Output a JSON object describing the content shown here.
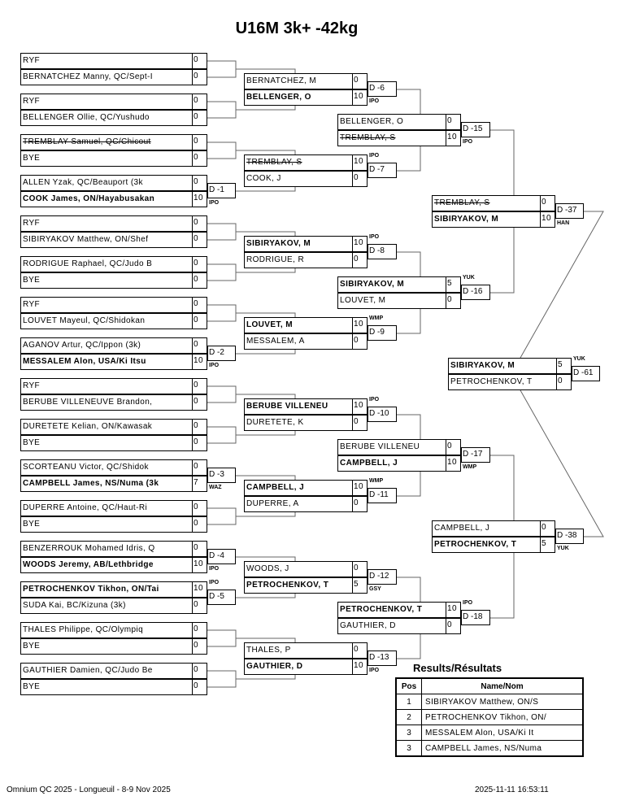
{
  "title": "U16M 3k+ -42kg",
  "rounds": [
    [
      {
        "top": {
          "name": "RYF",
          "score": "0",
          "style": ""
        },
        "bottom": {
          "name": "BERNATCHEZ Manny, QC/Sept-I",
          "score": "0",
          "style": ""
        }
      },
      {
        "top": {
          "name": "RYF",
          "score": "0",
          "style": ""
        },
        "bottom": {
          "name": "BELLENGER Ollie, QC/Yushudo",
          "score": "0",
          "style": ""
        }
      },
      {
        "top": {
          "name": "TREMBLAY Samuel, QC/Chicout",
          "score": "0",
          "style": "strike"
        },
        "bottom": {
          "name": "BYE",
          "score": "0",
          "style": ""
        }
      },
      {
        "top": {
          "name": "ALLEN Yzak, QC/Beauport (3k",
          "score": "0",
          "style": ""
        },
        "bottom": {
          "name": "COOK James, ON/Hayabusakan",
          "score": "10",
          "style": "bold"
        },
        "match": "D -1",
        "code": "IPO",
        "winner": "bottom"
      },
      {
        "top": {
          "name": "RYF",
          "score": "0",
          "style": ""
        },
        "bottom": {
          "name": "SIBIRYAKOV Matthew, ON/Shef",
          "score": "0",
          "style": ""
        }
      },
      {
        "top": {
          "name": "RODRIGUE Raphael, QC/Judo B",
          "score": "0",
          "style": ""
        },
        "bottom": {
          "name": "BYE",
          "score": "0",
          "style": ""
        }
      },
      {
        "top": {
          "name": "RYF",
          "score": "0",
          "style": ""
        },
        "bottom": {
          "name": "LOUVET Mayeul, QC/Shidokan",
          "score": "0",
          "style": ""
        }
      },
      {
        "top": {
          "name": "AGANOV Artur, QC/Ippon (3k)",
          "score": "0",
          "style": ""
        },
        "bottom": {
          "name": "MESSALEM Alon, USA/Ki Itsu",
          "score": "10",
          "style": "bold"
        },
        "match": "D -2",
        "code": "IPO",
        "winner": "bottom"
      },
      {
        "top": {
          "name": "RYF",
          "score": "0",
          "style": ""
        },
        "bottom": {
          "name": "BERUBE VILLENEUVE Brandon,",
          "score": "0",
          "style": ""
        }
      },
      {
        "top": {
          "name": "DURETETE Kelian, ON/Kawasak",
          "score": "0",
          "style": ""
        },
        "bottom": {
          "name": "BYE",
          "score": "0",
          "style": ""
        }
      },
      {
        "top": {
          "name": "SCORTEANU Victor, QC/Shidok",
          "score": "0",
          "style": ""
        },
        "bottom": {
          "name": "CAMPBELL James, NS/Numa (3k",
          "score": "7",
          "style": "bold"
        },
        "match": "D -3",
        "code": "WAZ",
        "winner": "bottom"
      },
      {
        "top": {
          "name": "DUPERRE Antoine, QC/Haut-Ri",
          "score": "0",
          "style": ""
        },
        "bottom": {
          "name": "BYE",
          "score": "0",
          "style": ""
        }
      },
      {
        "top": {
          "name": "BENZERROUK Mohamed Idris, Q",
          "score": "0",
          "style": ""
        },
        "bottom": {
          "name": "WOODS Jeremy, AB/Lethbridge",
          "score": "10",
          "style": "bold"
        },
        "match": "D -4",
        "code": "IPO",
        "winner": "bottom"
      },
      {
        "top": {
          "name": "PETROCHENKOV Tikhon, ON/Tai",
          "score": "10",
          "style": "bold"
        },
        "bottom": {
          "name": "SUDA Kai, BC/Kizuna (3k)",
          "score": "0",
          "style": ""
        },
        "match": "D -5",
        "code": "IPO",
        "winner": "top"
      },
      {
        "top": {
          "name": "THALES Philippe, QC/Olympiq",
          "score": "0",
          "style": ""
        },
        "bottom": {
          "name": "BYE",
          "score": "0",
          "style": ""
        }
      },
      {
        "top": {
          "name": "GAUTHIER Damien, QC/Judo Be",
          "score": "0",
          "style": ""
        },
        "bottom": {
          "name": "BYE",
          "score": "0",
          "style": ""
        }
      }
    ],
    [
      {
        "top": {
          "name": "BERNATCHEZ, M",
          "score": "0",
          "style": ""
        },
        "bottom": {
          "name": "BELLENGER, O",
          "score": "10",
          "style": "bold"
        },
        "match": "D -6",
        "code": "IPO",
        "winner": "bottom"
      },
      {
        "top": {
          "name": "TREMBLAY, S",
          "score": "10",
          "style": "strike"
        },
        "bottom": {
          "name": "COOK, J",
          "score": "0",
          "style": ""
        },
        "match": "D -7",
        "code": "IPO",
        "winner": "top"
      },
      {
        "top": {
          "name": "SIBIRYAKOV, M",
          "score": "10",
          "style": "bold"
        },
        "bottom": {
          "name": "RODRIGUE, R",
          "score": "0",
          "style": ""
        },
        "match": "D -8",
        "code": "IPO",
        "winner": "top"
      },
      {
        "top": {
          "name": "LOUVET, M",
          "score": "10",
          "style": "bold"
        },
        "bottom": {
          "name": "MESSALEM, A",
          "score": "0",
          "style": ""
        },
        "match": "D -9",
        "code": "WMP",
        "winner": "top"
      },
      {
        "top": {
          "name": "BERUBE VILLENEU",
          "score": "10",
          "style": "bold"
        },
        "bottom": {
          "name": "DURETETE, K",
          "score": "0",
          "style": ""
        },
        "match": "D -10",
        "code": "IPO",
        "winner": "top"
      },
      {
        "top": {
          "name": "CAMPBELL, J",
          "score": "10",
          "style": "bold"
        },
        "bottom": {
          "name": "DUPERRE, A",
          "score": "0",
          "style": ""
        },
        "match": "D -11",
        "code": "WMP",
        "winner": "top"
      },
      {
        "top": {
          "name": "WOODS, J",
          "score": "0",
          "style": ""
        },
        "bottom": {
          "name": "PETROCHENKOV, T",
          "score": "5",
          "style": "bold"
        },
        "match": "D -12",
        "code": "GSY",
        "winner": "bottom"
      },
      {
        "top": {
          "name": "THALES, P",
          "score": "0",
          "style": ""
        },
        "bottom": {
          "name": "GAUTHIER, D",
          "score": "10",
          "style": "bold"
        },
        "match": "D -13",
        "code": "IPO",
        "winner": "bottom"
      }
    ],
    [
      {
        "top": {
          "name": "BELLENGER, O",
          "score": "0",
          "style": ""
        },
        "bottom": {
          "name": "TREMBLAY, S",
          "score": "10",
          "style": "strike"
        },
        "match": "D -15",
        "code": "IPO",
        "winner": "bottom"
      },
      {
        "top": {
          "name": "SIBIRYAKOV, M",
          "score": "5",
          "style": "bold"
        },
        "bottom": {
          "name": "LOUVET, M",
          "score": "0",
          "style": ""
        },
        "match": "D -16",
        "code": "YUK",
        "winner": "top"
      },
      {
        "top": {
          "name": "BERUBE VILLENEU",
          "score": "0",
          "style": ""
        },
        "bottom": {
          "name": "CAMPBELL, J",
          "score": "10",
          "style": "bold"
        },
        "match": "D -17",
        "code": "WMP",
        "winner": "bottom"
      },
      {
        "top": {
          "name": "PETROCHENKOV, T",
          "score": "10",
          "style": "bold"
        },
        "bottom": {
          "name": "GAUTHIER, D",
          "score": "0",
          "style": ""
        },
        "match": "D -18",
        "code": "IPO",
        "winner": "top"
      }
    ],
    [
      {
        "top": {
          "name": "TREMBLAY, S",
          "score": "0",
          "style": "strike"
        },
        "bottom": {
          "name": "SIBIRYAKOV, M",
          "score": "10",
          "style": "bold"
        },
        "match": "D -37",
        "code": "HAN",
        "winner": "bottom"
      },
      {
        "top": {
          "name": "CAMPBELL, J",
          "score": "0",
          "style": ""
        },
        "bottom": {
          "name": "PETROCHENKOV, T",
          "score": "5",
          "style": "bold"
        },
        "match": "D -38",
        "code": "YUK",
        "winner": "bottom"
      }
    ],
    [
      {
        "top": {
          "name": "SIBIRYAKOV, M",
          "score": "5",
          "style": "bold"
        },
        "bottom": {
          "name": "PETROCHENKOV, T",
          "score": "0",
          "style": ""
        },
        "match": "D -61",
        "code": "YUK",
        "winner": "top"
      }
    ]
  ],
  "results": {
    "title": "Results/Résultats",
    "headers": {
      "pos": "Pos",
      "name": "Name/Nom"
    },
    "rows": [
      {
        "pos": "1",
        "name": "SIBIRYAKOV Matthew, ON/S"
      },
      {
        "pos": "2",
        "name": "PETROCHENKOV Tikhon, ON/"
      },
      {
        "pos": "3",
        "name": "MESSALEM Alon, USA/Ki It"
      },
      {
        "pos": "3",
        "name": "CAMPBELL James, NS/Numa"
      }
    ]
  },
  "footer": {
    "event": "Omnium QC 2025 - Longueuil - 8-9 Nov 2025",
    "timestamp": "2025-11-11 16:53:11"
  }
}
